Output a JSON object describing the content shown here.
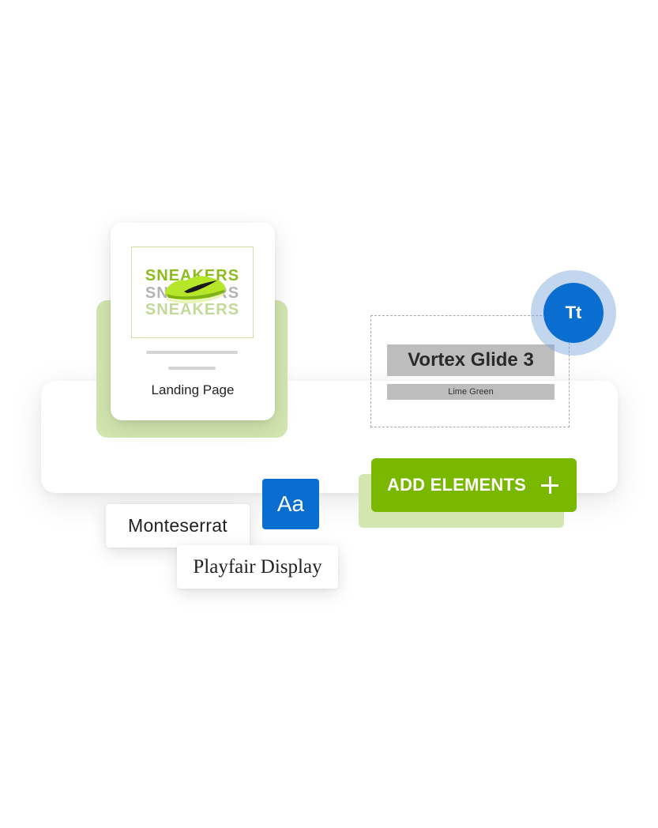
{
  "landing_card": {
    "thumbnail_words": [
      "SNEAKERS",
      "SNEAKERS",
      "SNEAKERS"
    ],
    "label": "Landing Page"
  },
  "text_block": {
    "title": "Vortex Glide 3",
    "subtitle": "Lime Green"
  },
  "typography_button": {
    "label": "Tt",
    "color": "#0a6dd0"
  },
  "add_elements": {
    "label": "ADD ELEMENTS",
    "icon": "plus-icon",
    "color": "#7ab800"
  },
  "fonts": {
    "aa_label": "Aa",
    "options": [
      "Monteserrat",
      "Playfair Display"
    ]
  },
  "colors": {
    "brand_green": "#7ab800",
    "brand_blue": "#0a6dd0",
    "soft_green": "#d3e6b0"
  }
}
